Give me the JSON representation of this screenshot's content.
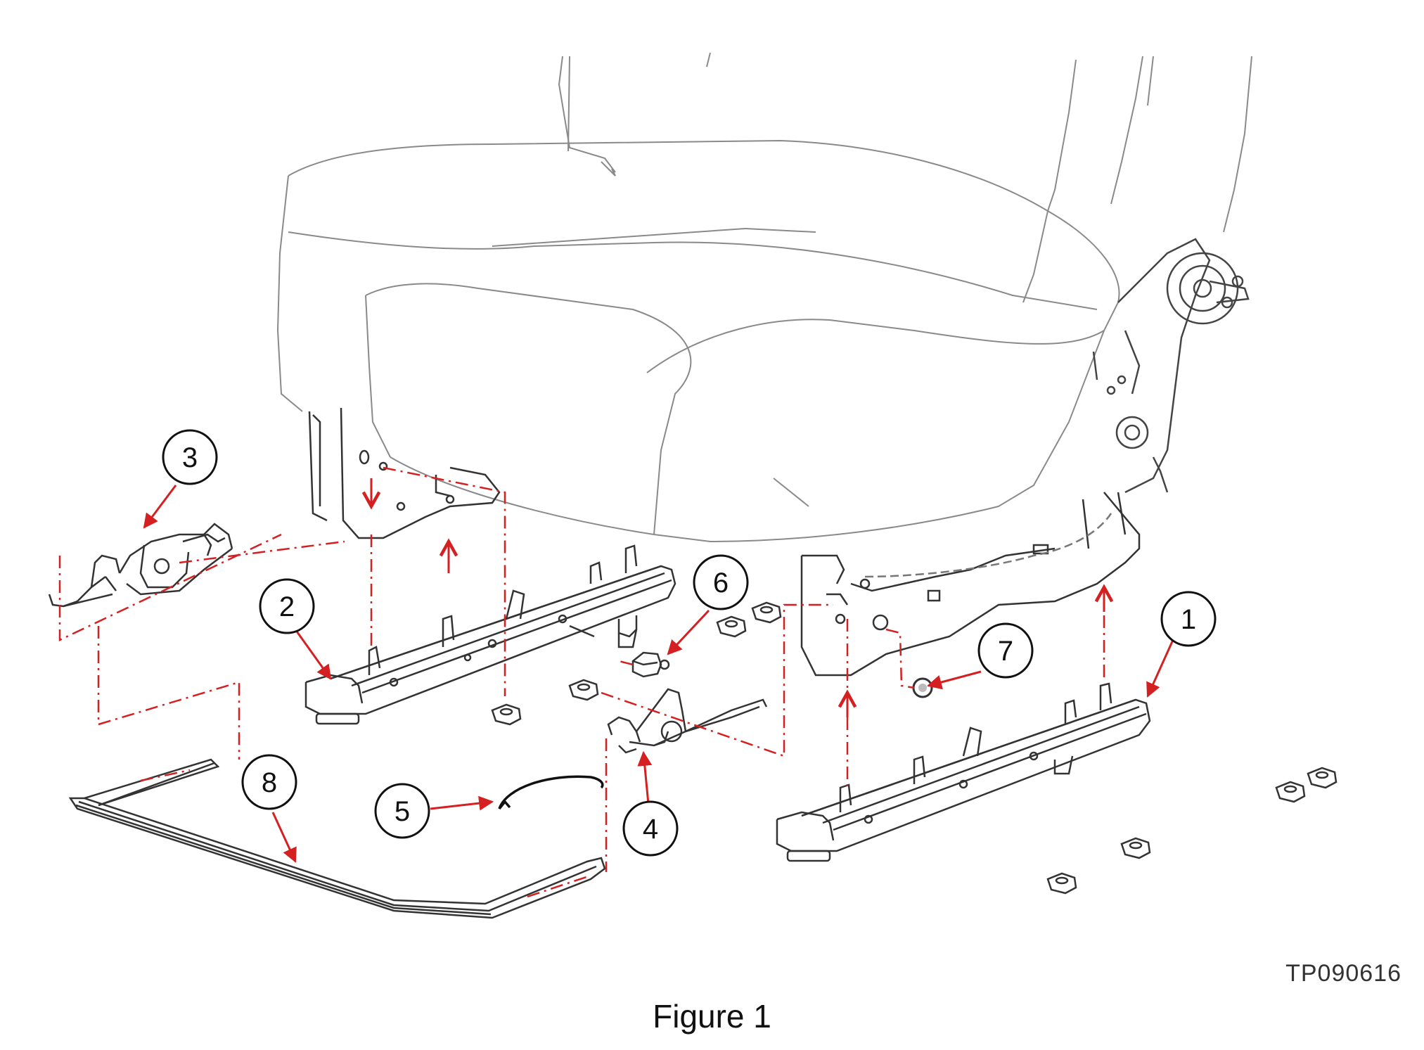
{
  "figure": {
    "caption": "Figure 1",
    "id": "TP090616"
  },
  "callouts": [
    {
      "num": "1",
      "part": "seat-track-right"
    },
    {
      "num": "2",
      "part": "seat-track-left"
    },
    {
      "num": "3",
      "part": "latch-assembly"
    },
    {
      "num": "4",
      "part": "release-lever"
    },
    {
      "num": "5",
      "part": "spring-clip"
    },
    {
      "num": "6",
      "part": "bushing"
    },
    {
      "num": "7",
      "part": "washer"
    },
    {
      "num": "8",
      "part": "towel-bar"
    }
  ],
  "colors": {
    "line": "#555555",
    "arrow": "#d42020",
    "outline": "#8a8a8a"
  }
}
